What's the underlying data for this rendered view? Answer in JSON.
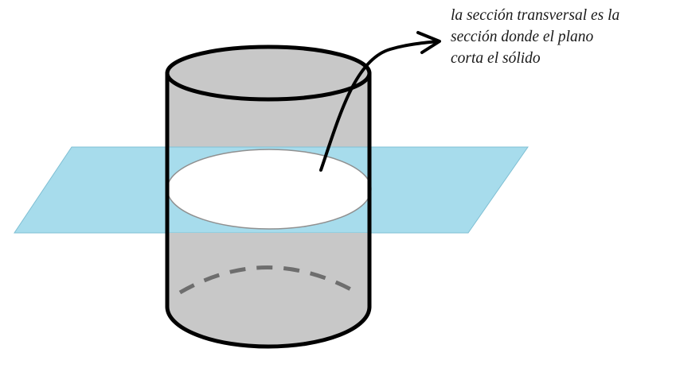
{
  "annotation": {
    "lines": [
      "la sección transversal es la",
      "sección donde el plano",
      "corta el sólido"
    ]
  },
  "colors": {
    "plane_fill": "#a7dcec",
    "cylinder_fill": "#c8c8c8",
    "cross_section_fill": "#ffffff",
    "outline": "#000000",
    "hidden_edge": "#6e6e6e"
  }
}
